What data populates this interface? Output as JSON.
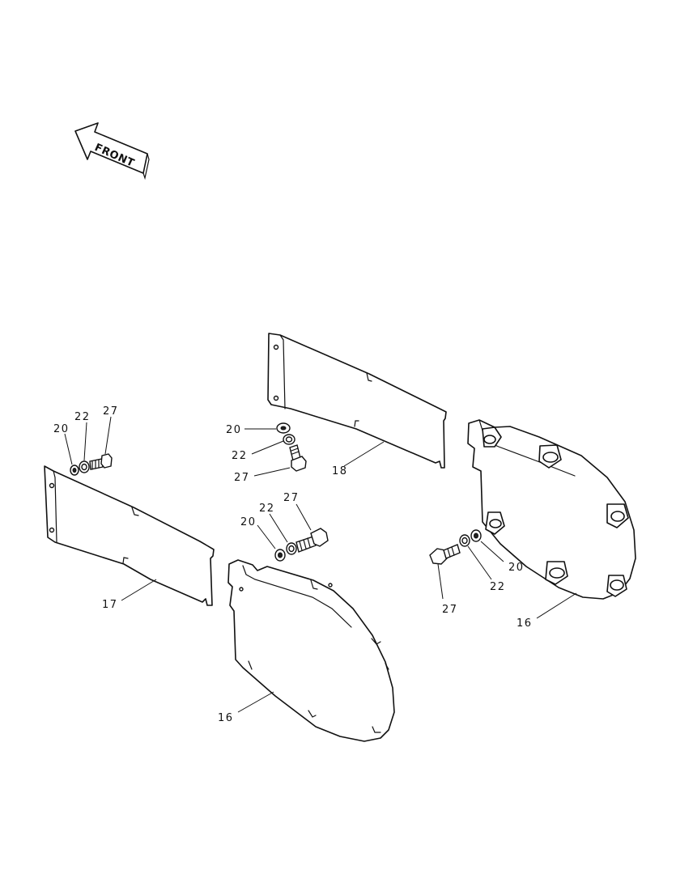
{
  "arrow": {
    "label": "FRONT"
  },
  "callouts": {
    "left_washer": "20",
    "left_lockwasher": "22",
    "left_bolt": "27",
    "top_washer": "20",
    "top_lockwasher": "22",
    "top_bolt": "27",
    "mid_washer": "20",
    "mid_lockwasher": "22",
    "mid_bolt": "27",
    "right_washer": "20",
    "right_lockwasher": "22",
    "right_bolt": "27",
    "plate_left": "17",
    "plate_top": "18",
    "cover_center": "16",
    "cover_right": "16"
  }
}
